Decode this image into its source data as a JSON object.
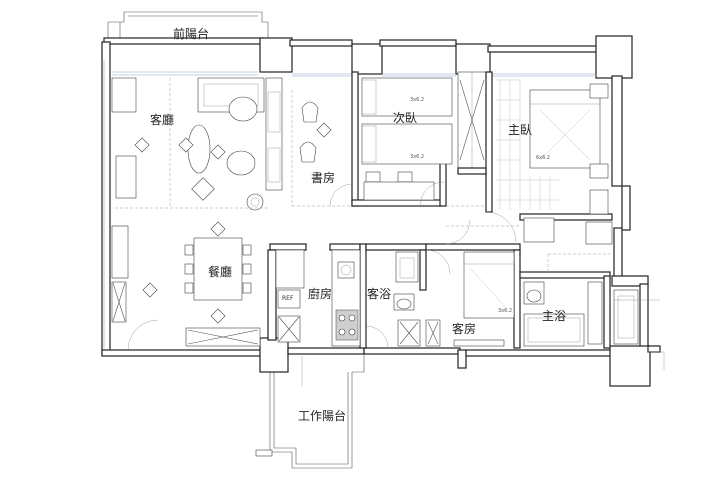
{
  "rooms": {
    "front_balcony": "前陽台",
    "living_room": "客廳",
    "study": "書房",
    "second_bedroom": "次臥",
    "master_bedroom": "主臥",
    "dining_room": "餐廳",
    "kitchen": "廚房",
    "guest_bath": "客浴",
    "guest_room": "客房",
    "master_bath": "主浴",
    "service_balcony": "工作陽台"
  },
  "fixtures": {
    "refrigerator": "REF"
  },
  "dimensions": {
    "second_bedroom_bed_top": "3x6.2",
    "second_bedroom_bed_bottom": "3x6.2",
    "master_bed": "6x6.2",
    "guest_bed": "3x6.2"
  },
  "colors": {
    "wall": "#222222",
    "furniture_line": "#444444",
    "window_line": "#8aa6c9"
  }
}
